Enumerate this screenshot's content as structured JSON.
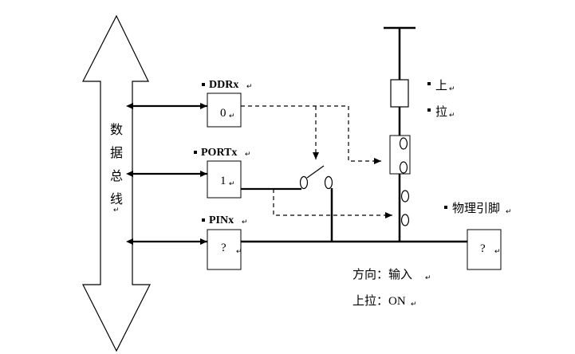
{
  "bus": {
    "label_chars": [
      "数",
      "据",
      "总",
      "线"
    ]
  },
  "registers": {
    "ddr": {
      "name": "DDRx",
      "value": "0"
    },
    "port": {
      "name": "PORTx",
      "value": "1"
    },
    "pin": {
      "name": "PINx",
      "value": "?"
    }
  },
  "pin_box": {
    "value": "?"
  },
  "labels": {
    "pullup_chars": [
      "上",
      "拉"
    ],
    "physical_pin": "物理引脚"
  },
  "status": {
    "direction": "方向：输入",
    "pullup": "上拉：ON"
  }
}
